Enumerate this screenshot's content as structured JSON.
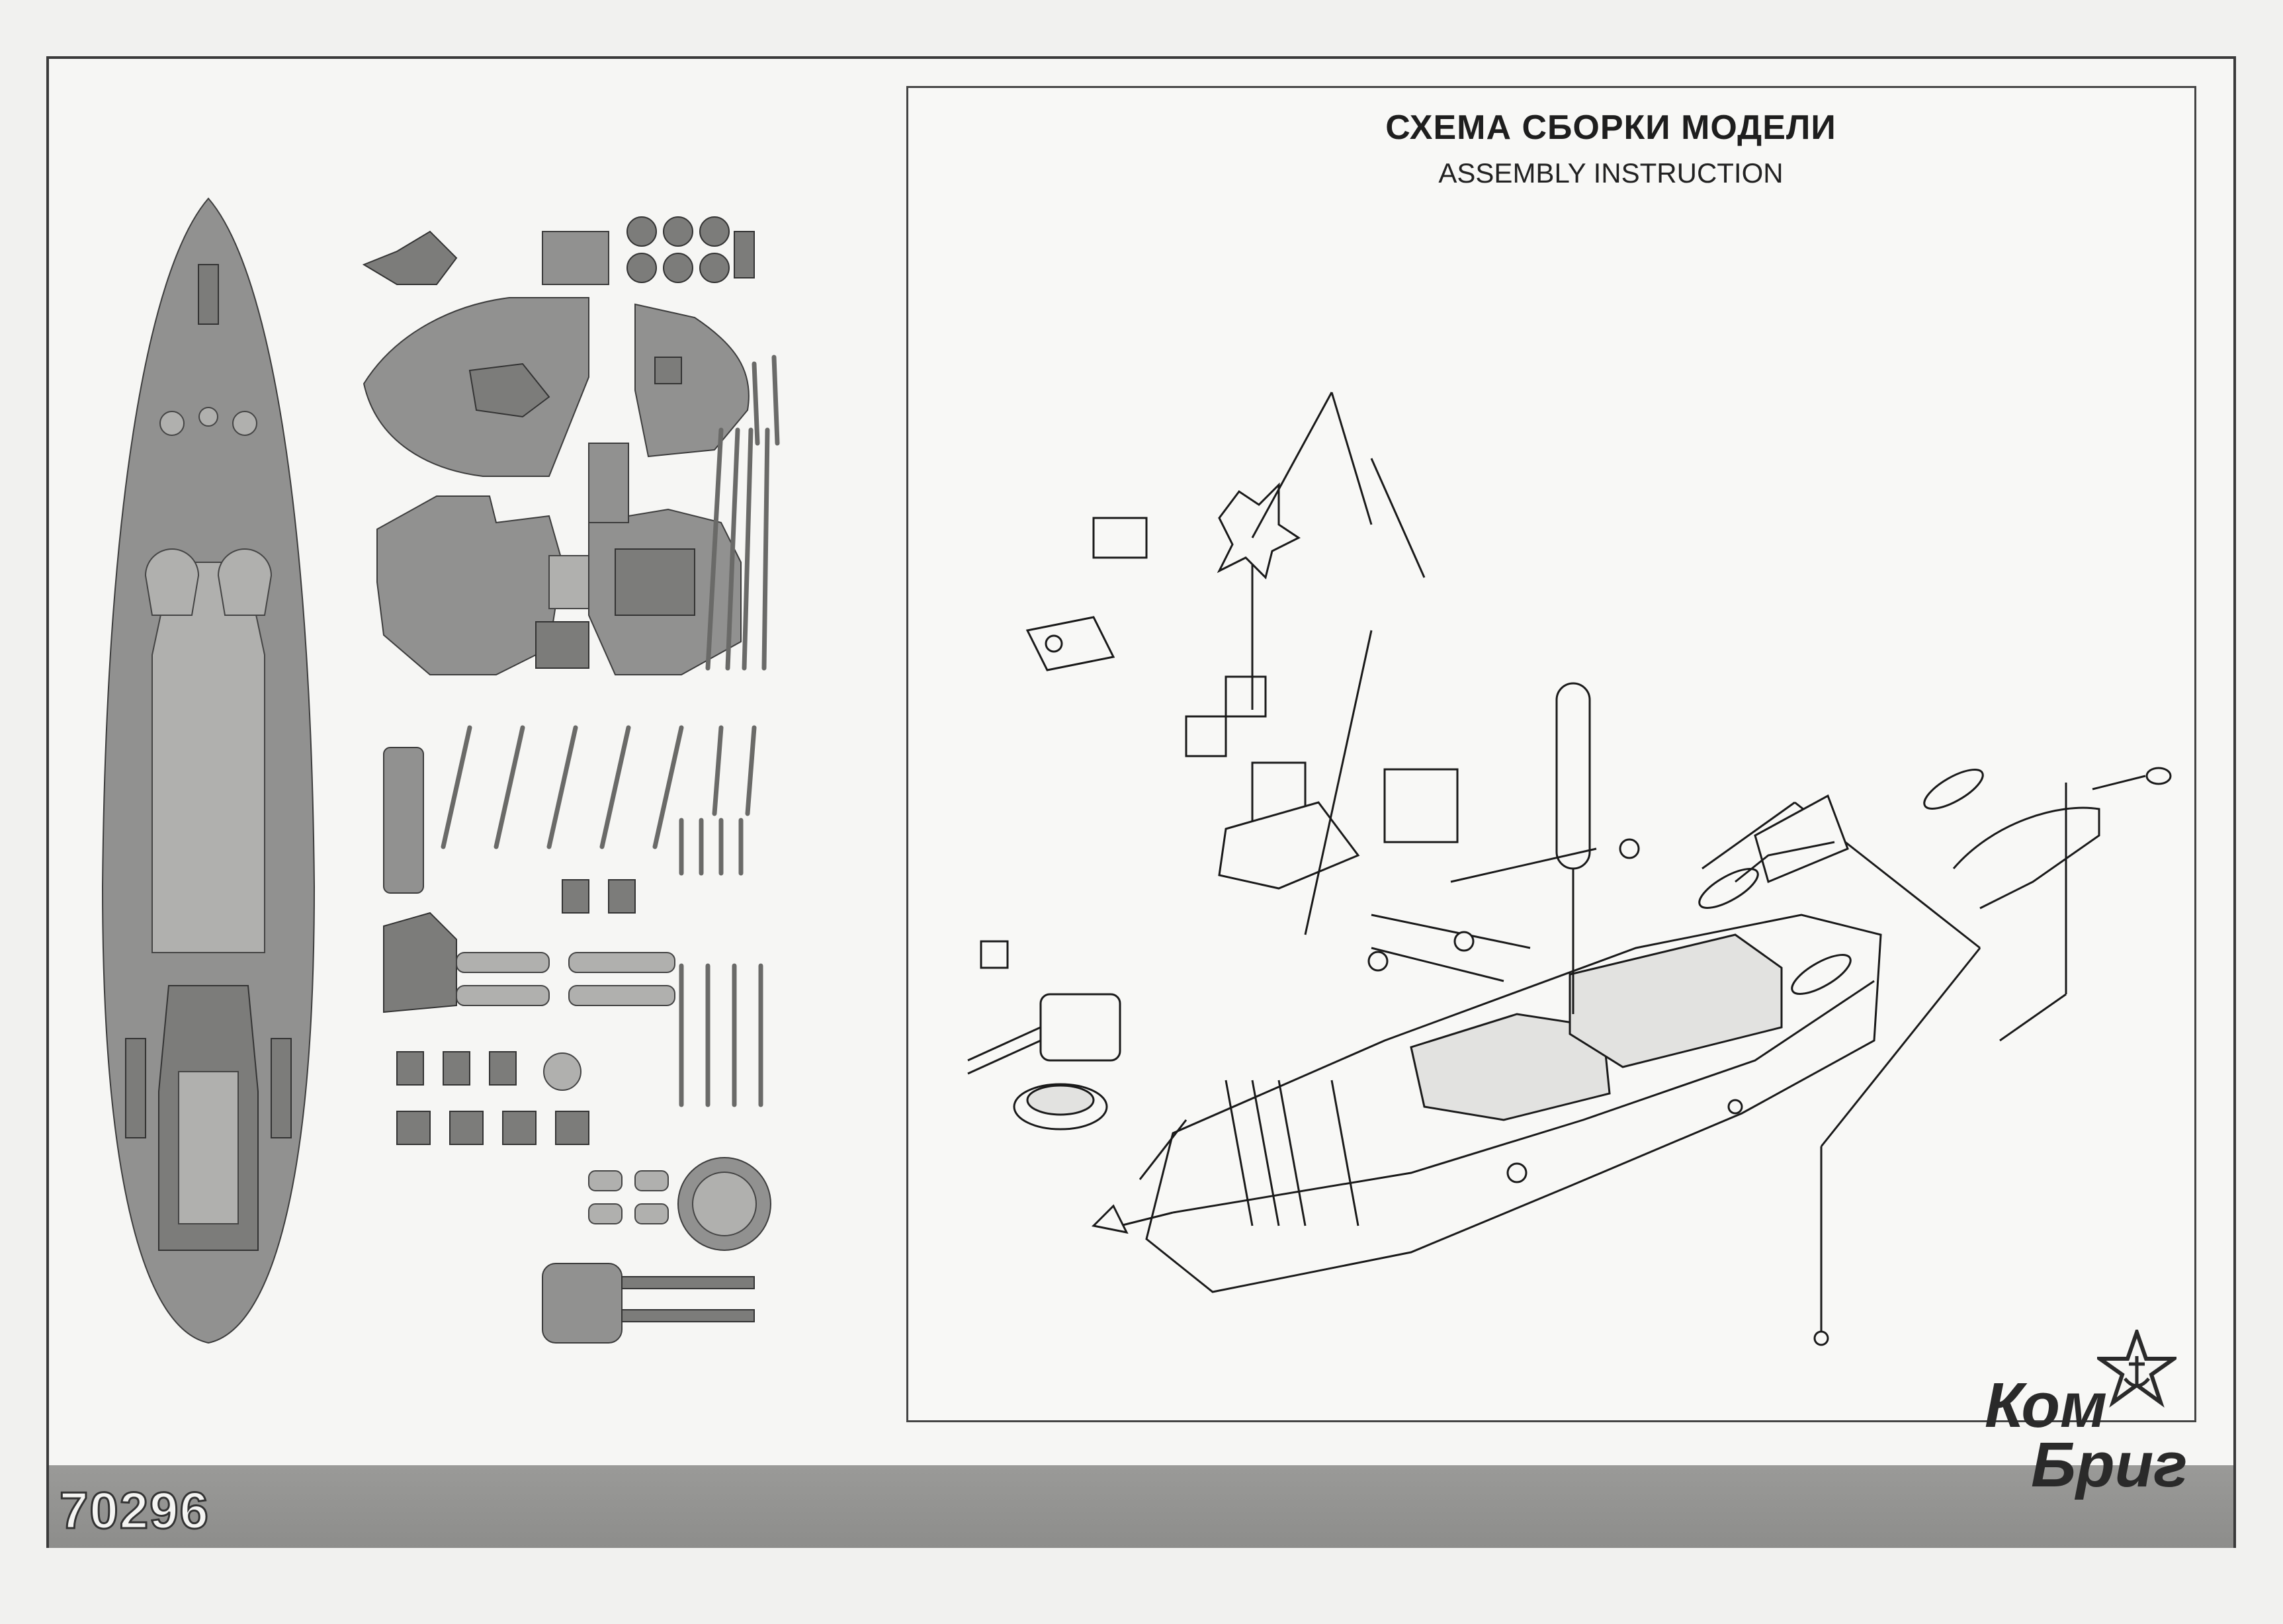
{
  "sheet": {
    "title": "СХЕМА СБОРКИ МОДЕЛИ",
    "subtitle": "ASSEMBLY INSTRUCTION",
    "kit_number": "70296"
  },
  "brand": {
    "line1": "Ком",
    "line2": "Бриг",
    "icon": "star-with-anchor-icon"
  },
  "colors": {
    "paper": "#f1f1ef",
    "part_fill": "#8f8f8d",
    "line": "#1a1a1a",
    "band": "#949492"
  }
}
